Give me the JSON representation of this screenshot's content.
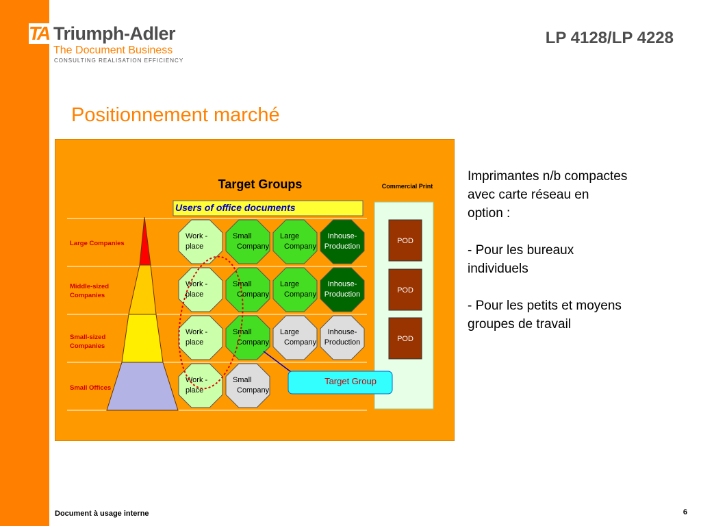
{
  "header": {
    "logo_mark": "TA",
    "logo_brand": "Triumph-Adler",
    "logo_tagline": "The Document Business",
    "logo_subline": "CONSULTING   REALISATION   EFFICIENCY",
    "model": "LP 4128/LP 4228"
  },
  "slide": {
    "title": "Positionnement marché"
  },
  "figure": {
    "heading": "Target Groups",
    "banner": "Users of office documents",
    "commercial_print": "Commercial Print",
    "rows": [
      {
        "label_lines": [
          "Large Companies"
        ]
      },
      {
        "label_lines": [
          "Middle-sized",
          "Companies"
        ]
      },
      {
        "label_lines": [
          "Small-sized",
          "Companies"
        ]
      },
      {
        "label_lines": [
          "Small Offices"
        ]
      }
    ],
    "octagons": {
      "workplace": [
        "Work   -",
        "place"
      ],
      "small": [
        "Small",
        "Company"
      ],
      "large": [
        "Large",
        "Company"
      ],
      "inhouse": [
        "Inhouse-",
        "Production"
      ]
    },
    "pod_label": "POD",
    "callout": "Target Group",
    "colors": {
      "background": "#ff9900",
      "pyramid_red": "#ff0000",
      "pyramid_yellow": "#ffcc00",
      "pyramid_lavender": "#b3b3e6",
      "light_green": "#ccffaa",
      "green": "#44dd22",
      "dark_green": "#006600",
      "grey": "#dddddd",
      "pod_brown": "#993300",
      "callout_cyan": "#33ffff"
    }
  },
  "description": {
    "intro_lines": [
      "Imprimantes n/b compactes",
      "avec carte réseau en",
      "option :"
    ],
    "bullet1_lines": [
      "- Pour les bureaux",
      "individuels"
    ],
    "bullet2_lines": [
      "- Pour les petits et moyens",
      "groupes de travail"
    ]
  },
  "footer": {
    "text": "Document à usage interne",
    "page": "6"
  }
}
